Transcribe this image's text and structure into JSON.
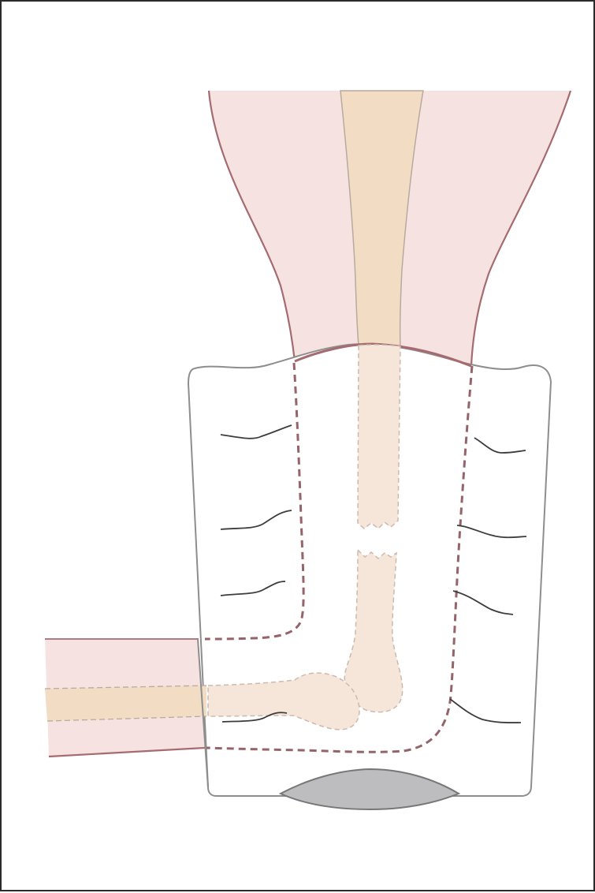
{
  "colors": {
    "skin": "#f6e3e1",
    "skin_outline": "#a46b70",
    "bone": "#f2dcc4",
    "bone_outline": "#b8aa9e",
    "bone_in_cast": "#f5e6d9",
    "bone_in_cast_outline": "#cbbab0",
    "cast_fill": "#ffffff",
    "cast_outline": "#8e8e8e",
    "dashed_limb_outline": "#95646a",
    "crease_line": "#3d3d3d",
    "heel_pad": "#bdbdbf",
    "heel_pad_outline": "#777777",
    "frame_border": "#2b2b2b"
  },
  "icons": {
    "leg": "leg-segment",
    "foot": "foot-segment",
    "cast": "cast-outline",
    "heel": "heel-pad"
  }
}
